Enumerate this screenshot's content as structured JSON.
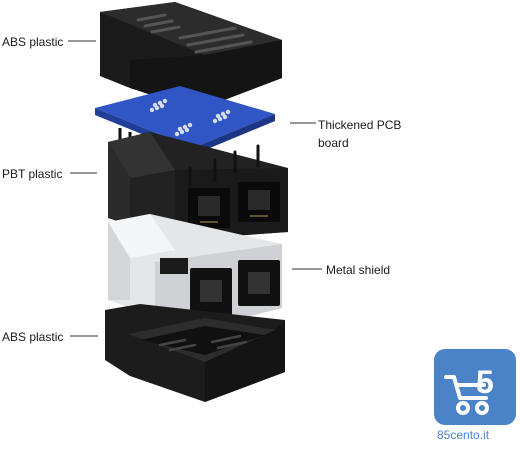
{
  "labels": {
    "abs_top": "ABS plastic",
    "pbt": "PBT plastic",
    "abs_bottom": "ABS plastic",
    "pcb_line1": "Thickened PCB",
    "pcb_line2": "board",
    "metal": "Metal shield"
  },
  "brand": {
    "logo_text": "85cento.it",
    "logo_color": "#4a83c8"
  },
  "colors": {
    "housing": "#1e1e1e",
    "pcb": "#2f56c4",
    "shield": "#c8cacc"
  }
}
